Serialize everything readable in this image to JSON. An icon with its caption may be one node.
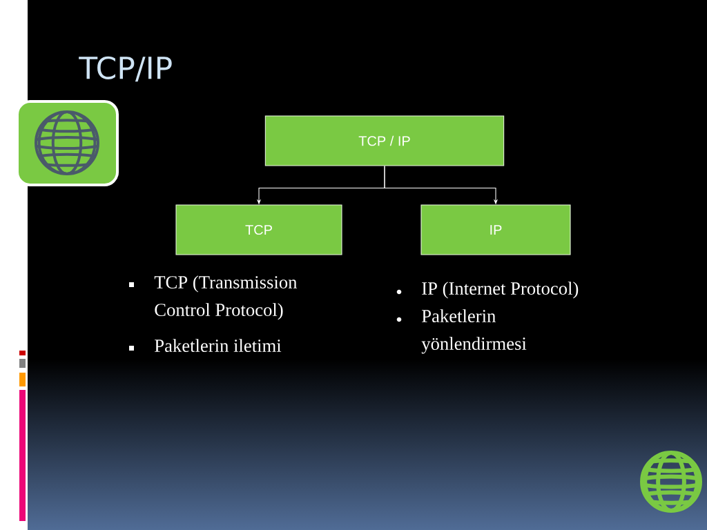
{
  "diagram": {
    "title": "TCP/IP",
    "nodes": [
      {
        "text": [
          "TCP / IP"
        ]
      },
      {
        "text": [
          "TCP"
        ]
      },
      {
        "text": [
          "IP"
        ]
      }
    ],
    "edges": [
      {
        "from": 0,
        "to": 1,
        "arrow": "to"
      },
      {
        "from": 0,
        "to": 2,
        "arrow": "to"
      }
    ],
    "labels": [
      "TCP (Transmission Control Protocol)",
      "Paketlerin iletimi",
      "IP (Internet Protocol)",
      "Paketlerin yönlendirmesi"
    ]
  }
}
